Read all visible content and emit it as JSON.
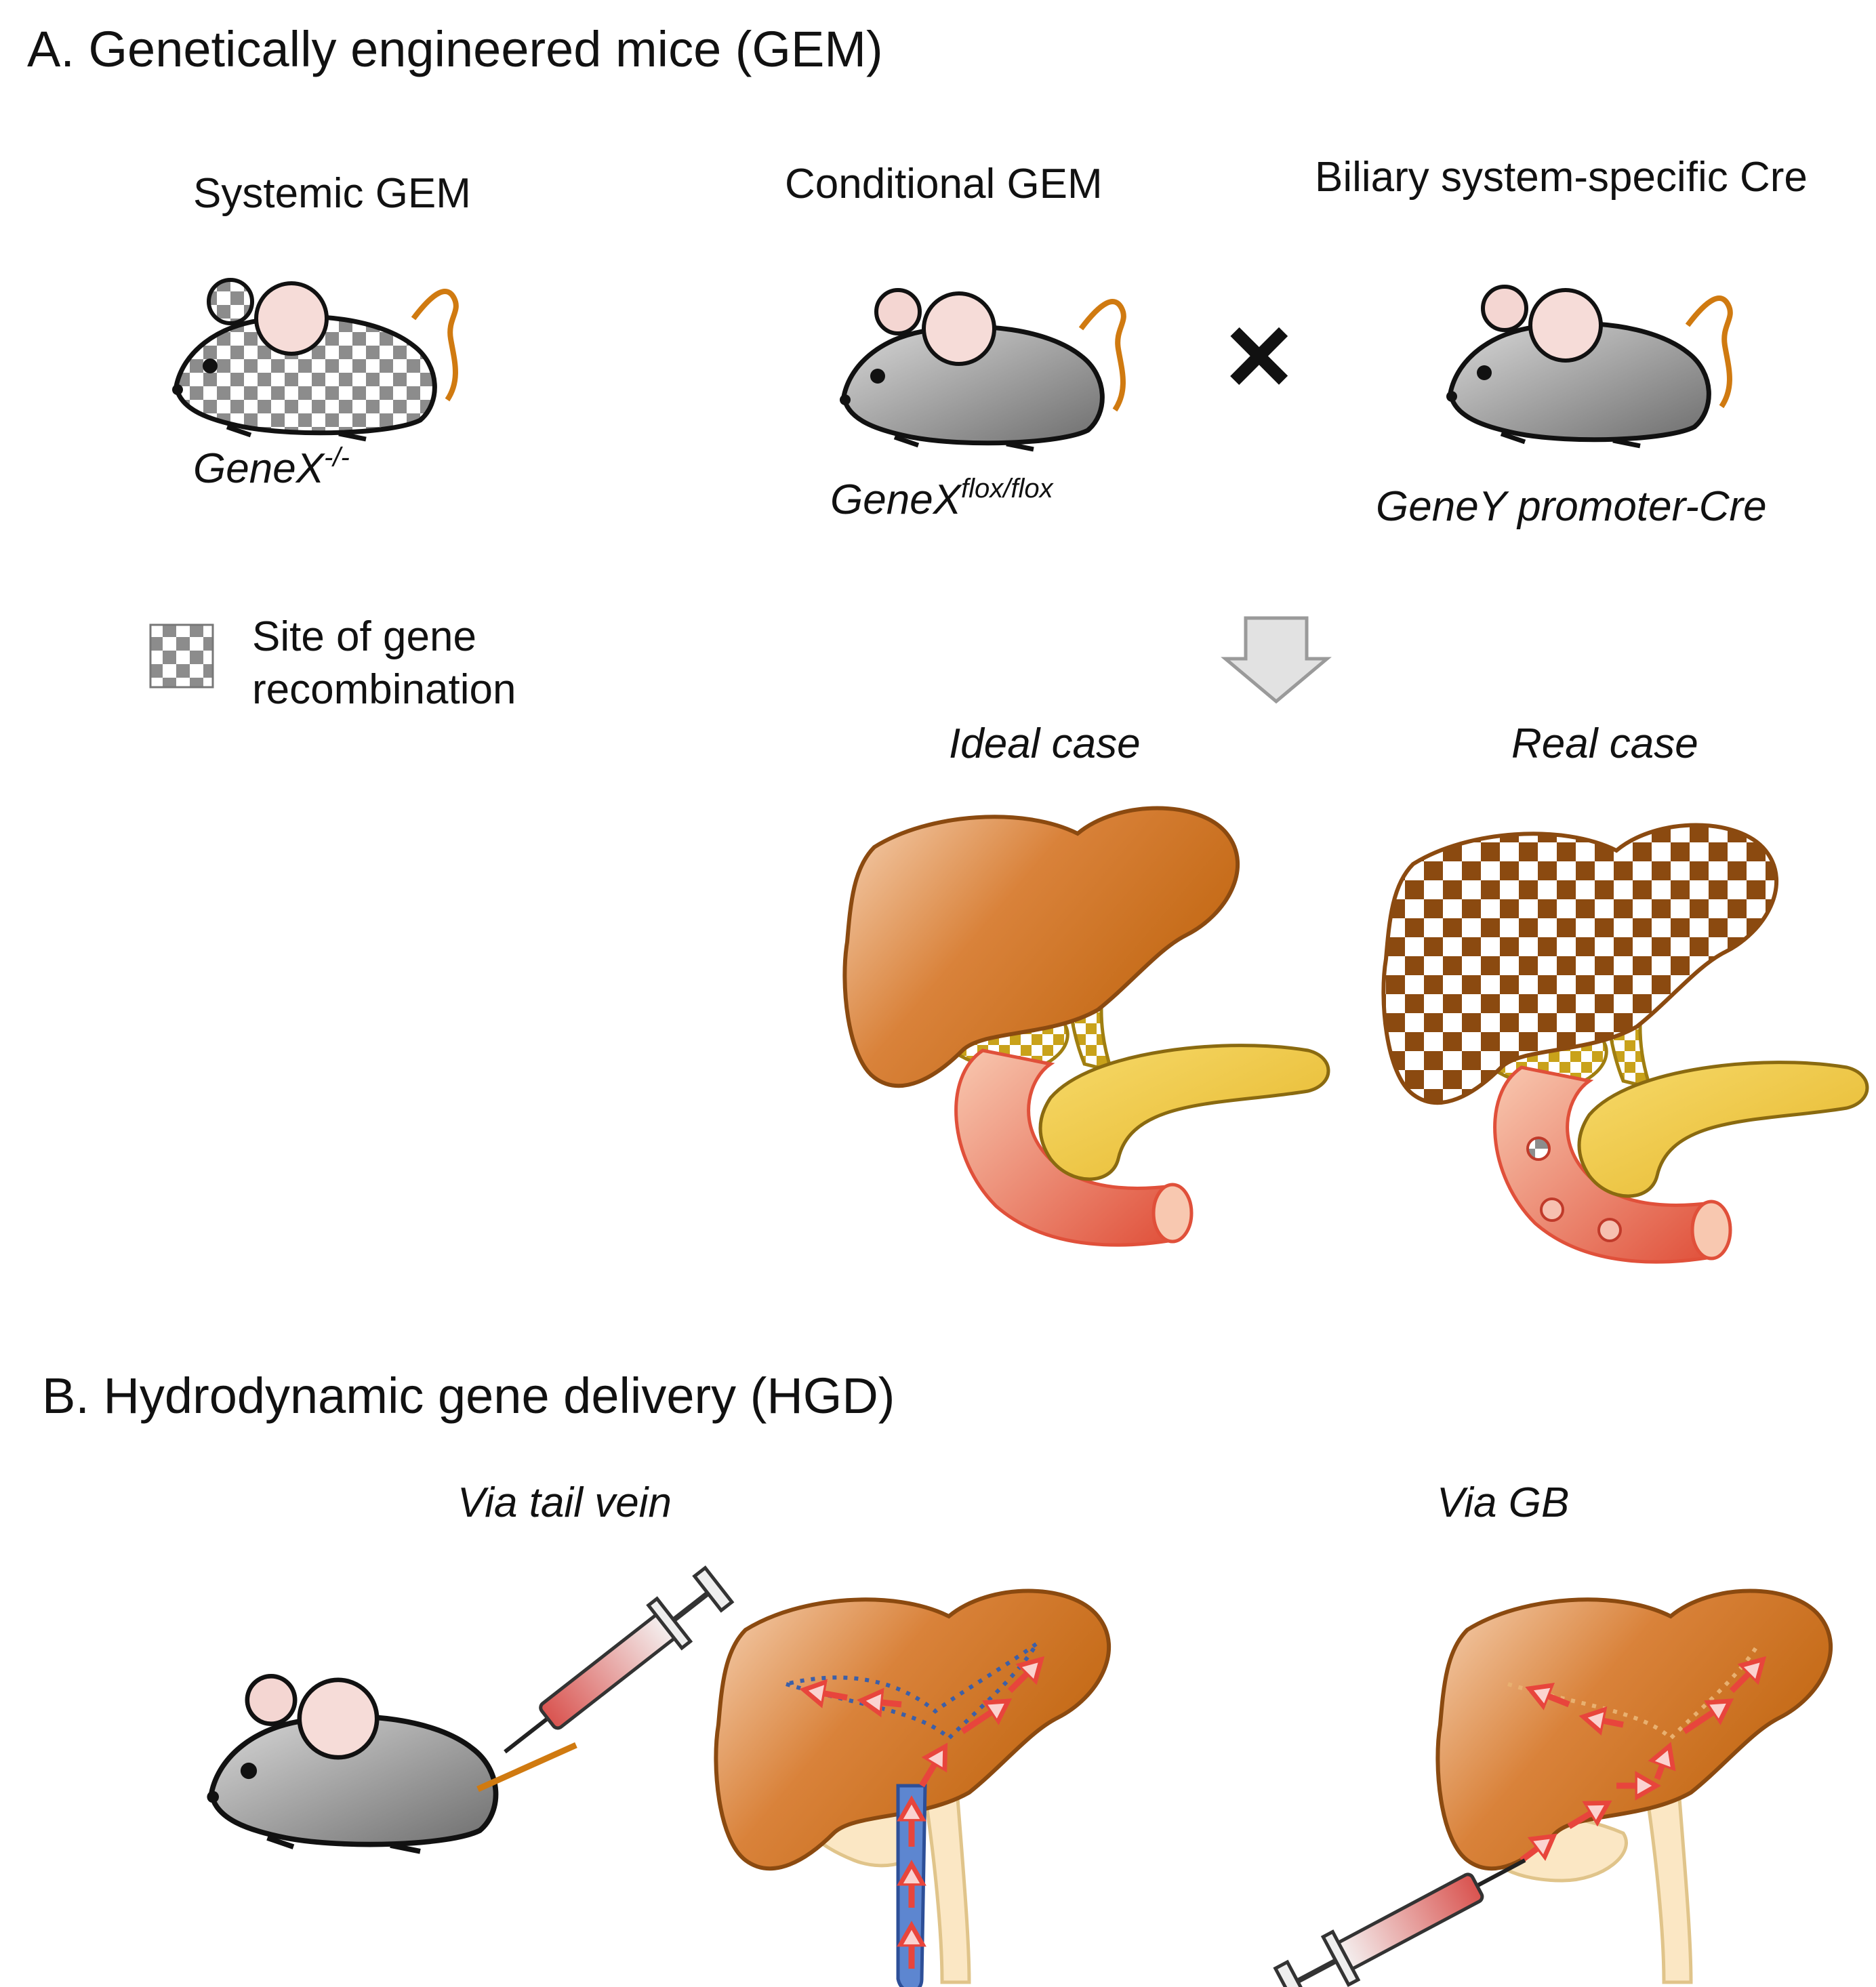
{
  "section_a": {
    "title": "A. Genetically engineered mice (GEM)",
    "systemic": {
      "label": "Systemic GEM",
      "genotype": "GeneX",
      "genotype_sup": "-/-"
    },
    "conditional": {
      "label": "Conditional GEM",
      "genotype": "GeneX",
      "genotype_sup": "flox/flox"
    },
    "cre": {
      "label": "Biliary system-specific Cre",
      "genotype": "GeneY promoter-Cre"
    },
    "cross_symbol": "×",
    "legend": {
      "line1": "Site of gene",
      "line2": "recombination"
    },
    "ideal_label": "Ideal case",
    "real_label": "Real case"
  },
  "section_b": {
    "title": "B. Hydrodynamic gene delivery (HGD)",
    "tail_vein_label": "Via tail vein",
    "gb_label": "Via GB"
  },
  "colors": {
    "liver": "#c8691a",
    "liver_outline": "#8b4a10",
    "checker_brown": "#8b4a10",
    "checker_gold": "#c9a21a",
    "pancreas": "#f2c94c",
    "duodenum": "#f08a70",
    "mouse_gray": "#9a9a9a",
    "tail": "#d07a10",
    "arrow_red": "#e8453c",
    "vein_blue": "#4a78c8"
  }
}
